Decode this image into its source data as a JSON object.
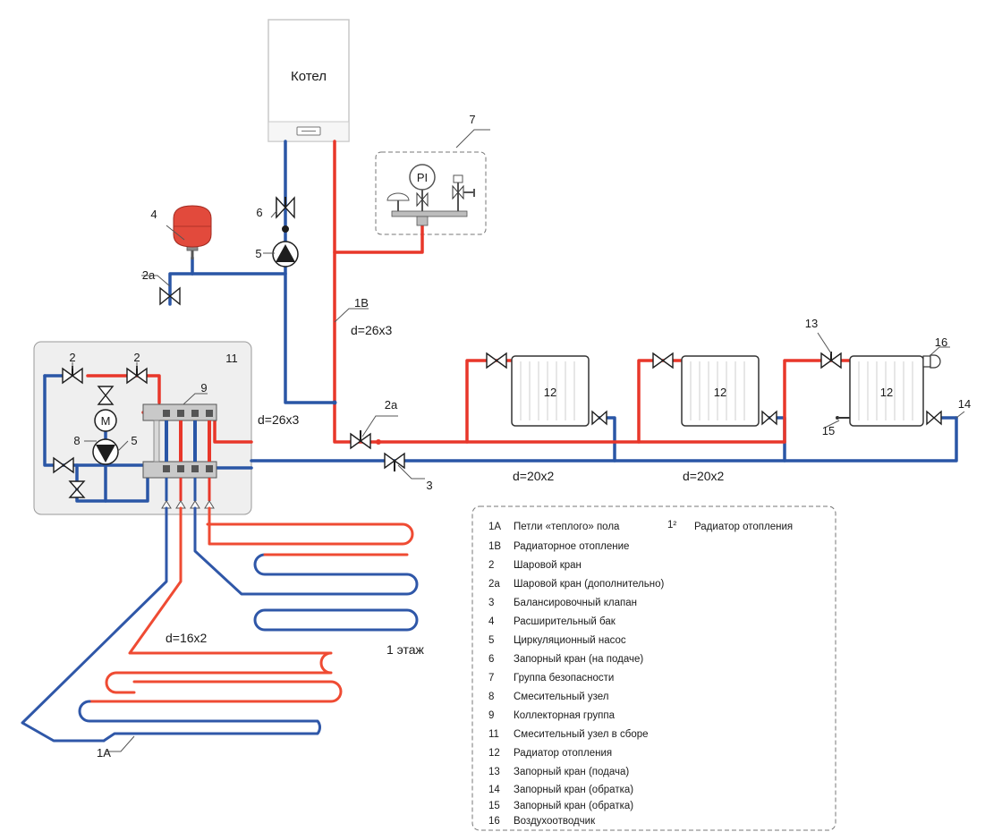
{
  "colors": {
    "supply": "#e8372a",
    "return": "#2a56a6",
    "floor_supply": "#ef4b33",
    "floor_return": "#2f57a8",
    "device": "#1d1d1d",
    "panel": "#efefef"
  },
  "boiler": {
    "title": "Котел"
  },
  "labels": {
    "l1a": "1А",
    "l1b": "1В",
    "l2": "2",
    "l2b": "2",
    "l2a_top": "2а",
    "l2a_mid": "2а",
    "l3": "3",
    "l4": "4",
    "l5": "5",
    "l5b": "5",
    "l6": "6",
    "l7": "7",
    "l8": "8",
    "l9": "9",
    "l11": "11",
    "l12a": "12",
    "l12b": "12",
    "l12c": "12",
    "l13": "13",
    "l14": "14",
    "l15": "15",
    "l16": "16",
    "pi": "PI",
    "motor": "M"
  },
  "dimensions": {
    "riser": "d=26x3",
    "main": "d=26x3",
    "radiator_run_1": "d=20x2",
    "radiator_run_2": "d=20x2",
    "floor": "d=16x2"
  },
  "floor_note": "1 этаж",
  "legend": {
    "header": [
      {
        "code": "1A",
        "text": "Петли «теплого» пола"
      },
      {
        "code": "1²",
        "text": "Радиатор отопления"
      }
    ],
    "items": [
      {
        "code": "1В",
        "text": "Радиаторное отопление"
      },
      {
        "code": "2",
        "text": "Шаровой кран"
      },
      {
        "code": "2а",
        "text": "Шаровой кран (дополнительно)"
      },
      {
        "code": "3",
        "text": "Балансировочный клапан"
      },
      {
        "code": "4",
        "text": "Расширительный бак"
      },
      {
        "code": "5",
        "text": "Циркуляционный насос"
      },
      {
        "code": "6",
        "text": "Запорный кран (на подаче)"
      },
      {
        "code": "7",
        "text": "Группа безопасности"
      },
      {
        "code": "8",
        "text": "Смесительный узел"
      },
      {
        "code": "9",
        "text": "Коллекторная группа"
      },
      {
        "code": "11",
        "text": "Смесительный узел в сборе"
      },
      {
        "code": "12",
        "text": "Радиатор отопления"
      },
      {
        "code": "13",
        "text": "Запорный кран (подача)"
      },
      {
        "code": "14",
        "text": "Запорный кран (обратка)"
      },
      {
        "code": "15",
        "text": "Запорный кран (обратка)"
      },
      {
        "code": "16",
        "text": "Воздухоотводчик"
      }
    ]
  }
}
